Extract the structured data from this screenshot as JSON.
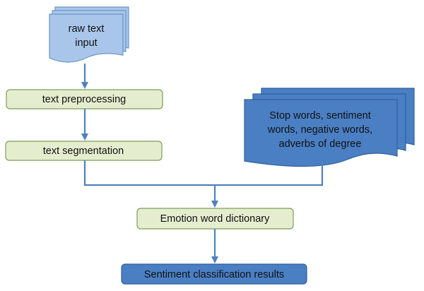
{
  "diagram": {
    "input_doc": {
      "lines": [
        "raw text",
        "input"
      ]
    },
    "steps": {
      "preprocessing": "text preprocessing",
      "segmentation": "text segmentation",
      "dictionary": "Emotion word dictionary",
      "results": "Sentiment classification results"
    },
    "resources_doc": {
      "lines": [
        "Stop words, sentiment",
        "words, negative words,",
        "adverbs of degree"
      ]
    }
  }
}
